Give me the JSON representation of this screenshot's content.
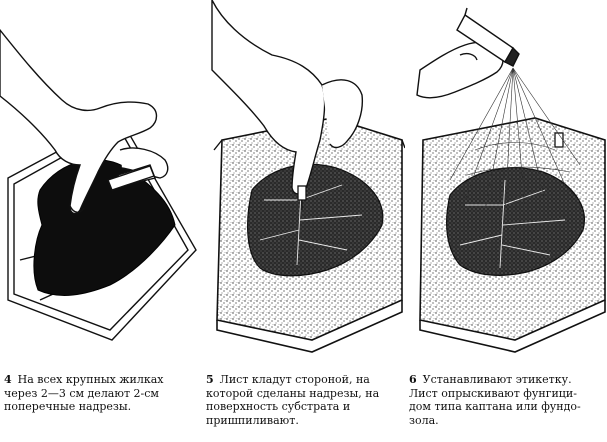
{
  "steps": [
    {
      "number": "4",
      "text": "На всех крупных жилках\nчерез 2—3 см делают 2-см\nпоперечные надрезы."
    },
    {
      "number": "5",
      "text": "Лист кладут стороной, на\nкоторой сделаны надрезы, на\nповерхность субстрата и\nпришпиливают."
    },
    {
      "number": "6",
      "text": "Устанавливают этикетку.\nЛист опрыскивают фунгици-\nдом типа каптана или фундо-\nзола."
    }
  ]
}
